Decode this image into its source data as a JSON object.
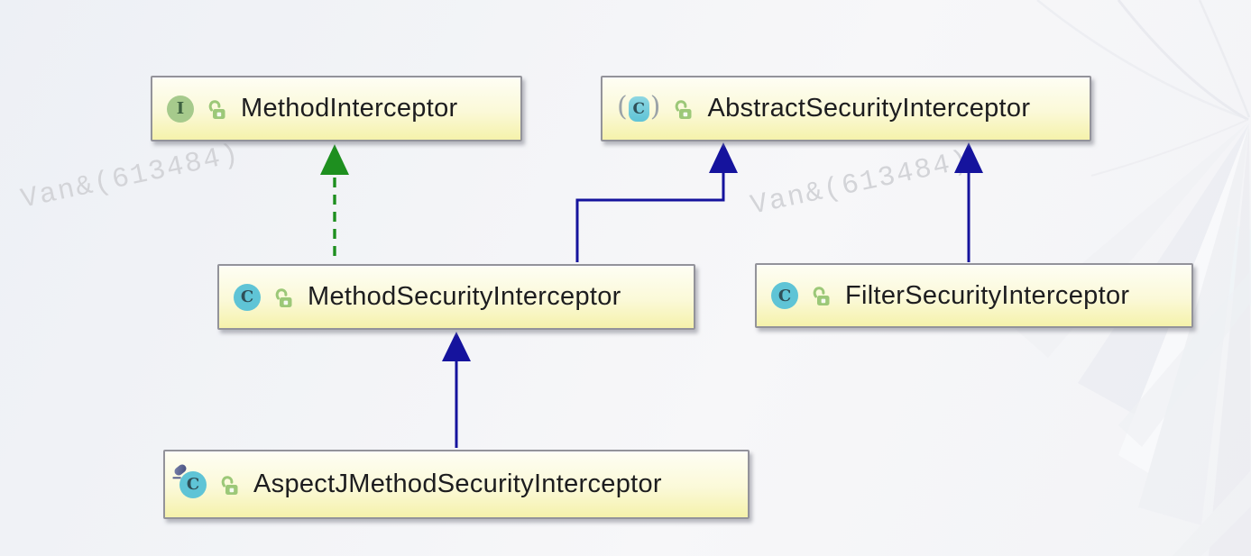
{
  "diagram": {
    "type": "uml-class-hierarchy",
    "watermark_text": "Van&(613484)",
    "nodes": [
      {
        "id": "MethodInterceptor",
        "label": "MethodInterceptor",
        "kind": "interface",
        "icon": "interface-icon",
        "icon_letter": "I",
        "visibility": "public"
      },
      {
        "id": "AbstractSecurityInterceptor",
        "label": "AbstractSecurityInterceptor",
        "kind": "abstract-class",
        "icon": "abstract-class-icon",
        "icon_letter": "C",
        "visibility": "public"
      },
      {
        "id": "MethodSecurityInterceptor",
        "label": "MethodSecurityInterceptor",
        "kind": "class",
        "icon": "class-icon",
        "icon_letter": "C",
        "visibility": "public"
      },
      {
        "id": "FilterSecurityInterceptor",
        "label": "FilterSecurityInterceptor",
        "kind": "class",
        "icon": "class-icon",
        "icon_letter": "C",
        "visibility": "public"
      },
      {
        "id": "AspectJMethodSecurityInterceptor",
        "label": "AspectJMethodSecurityInterceptor",
        "kind": "class-with-pin",
        "icon": "class-pin-icon",
        "icon_letter": "C",
        "visibility": "public"
      }
    ],
    "edges": [
      {
        "from": "MethodSecurityInterceptor",
        "to": "MethodInterceptor",
        "type": "implements",
        "line_style": "dashed",
        "color": "#1e8f1f"
      },
      {
        "from": "MethodSecurityInterceptor",
        "to": "AbstractSecurityInterceptor",
        "type": "extends",
        "line_style": "solid",
        "color": "#15139d"
      },
      {
        "from": "FilterSecurityInterceptor",
        "to": "AbstractSecurityInterceptor",
        "type": "extends",
        "line_style": "solid",
        "color": "#15139d"
      },
      {
        "from": "AspectJMethodSecurityInterceptor",
        "to": "MethodSecurityInterceptor",
        "type": "extends",
        "line_style": "solid",
        "color": "#15139d"
      }
    ],
    "colors": {
      "node_fill_top": "#fefef4",
      "node_fill_bottom": "#f5f2ab",
      "node_border": "#93939a",
      "extends_arrow": "#15139d",
      "implements_arrow": "#1e8f1f",
      "interface_icon_bg": "#a6ca8c",
      "class_icon_bg": "#5fc4d6",
      "lock_icon": "#9cc878",
      "watermark": "#d3d4d8",
      "label_text": "#1d1d1f"
    }
  }
}
